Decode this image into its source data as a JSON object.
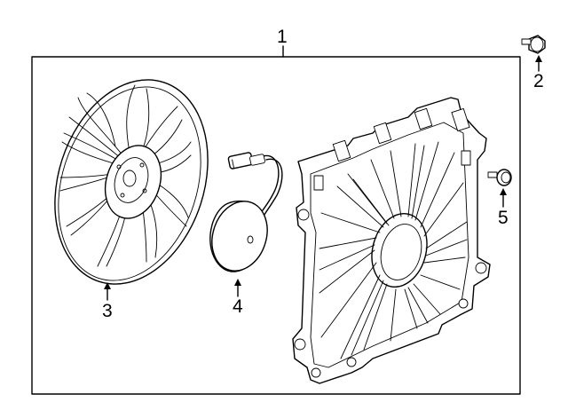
{
  "callouts": [
    {
      "id": "assembly",
      "label": "1"
    },
    {
      "id": "bolt",
      "label": "2"
    },
    {
      "id": "fan-blade",
      "label": "3"
    },
    {
      "id": "fan-motor",
      "label": "4"
    },
    {
      "id": "mount-bolt",
      "label": "5"
    }
  ],
  "colors": {
    "ink": "#000000",
    "paper": "#ffffff"
  }
}
